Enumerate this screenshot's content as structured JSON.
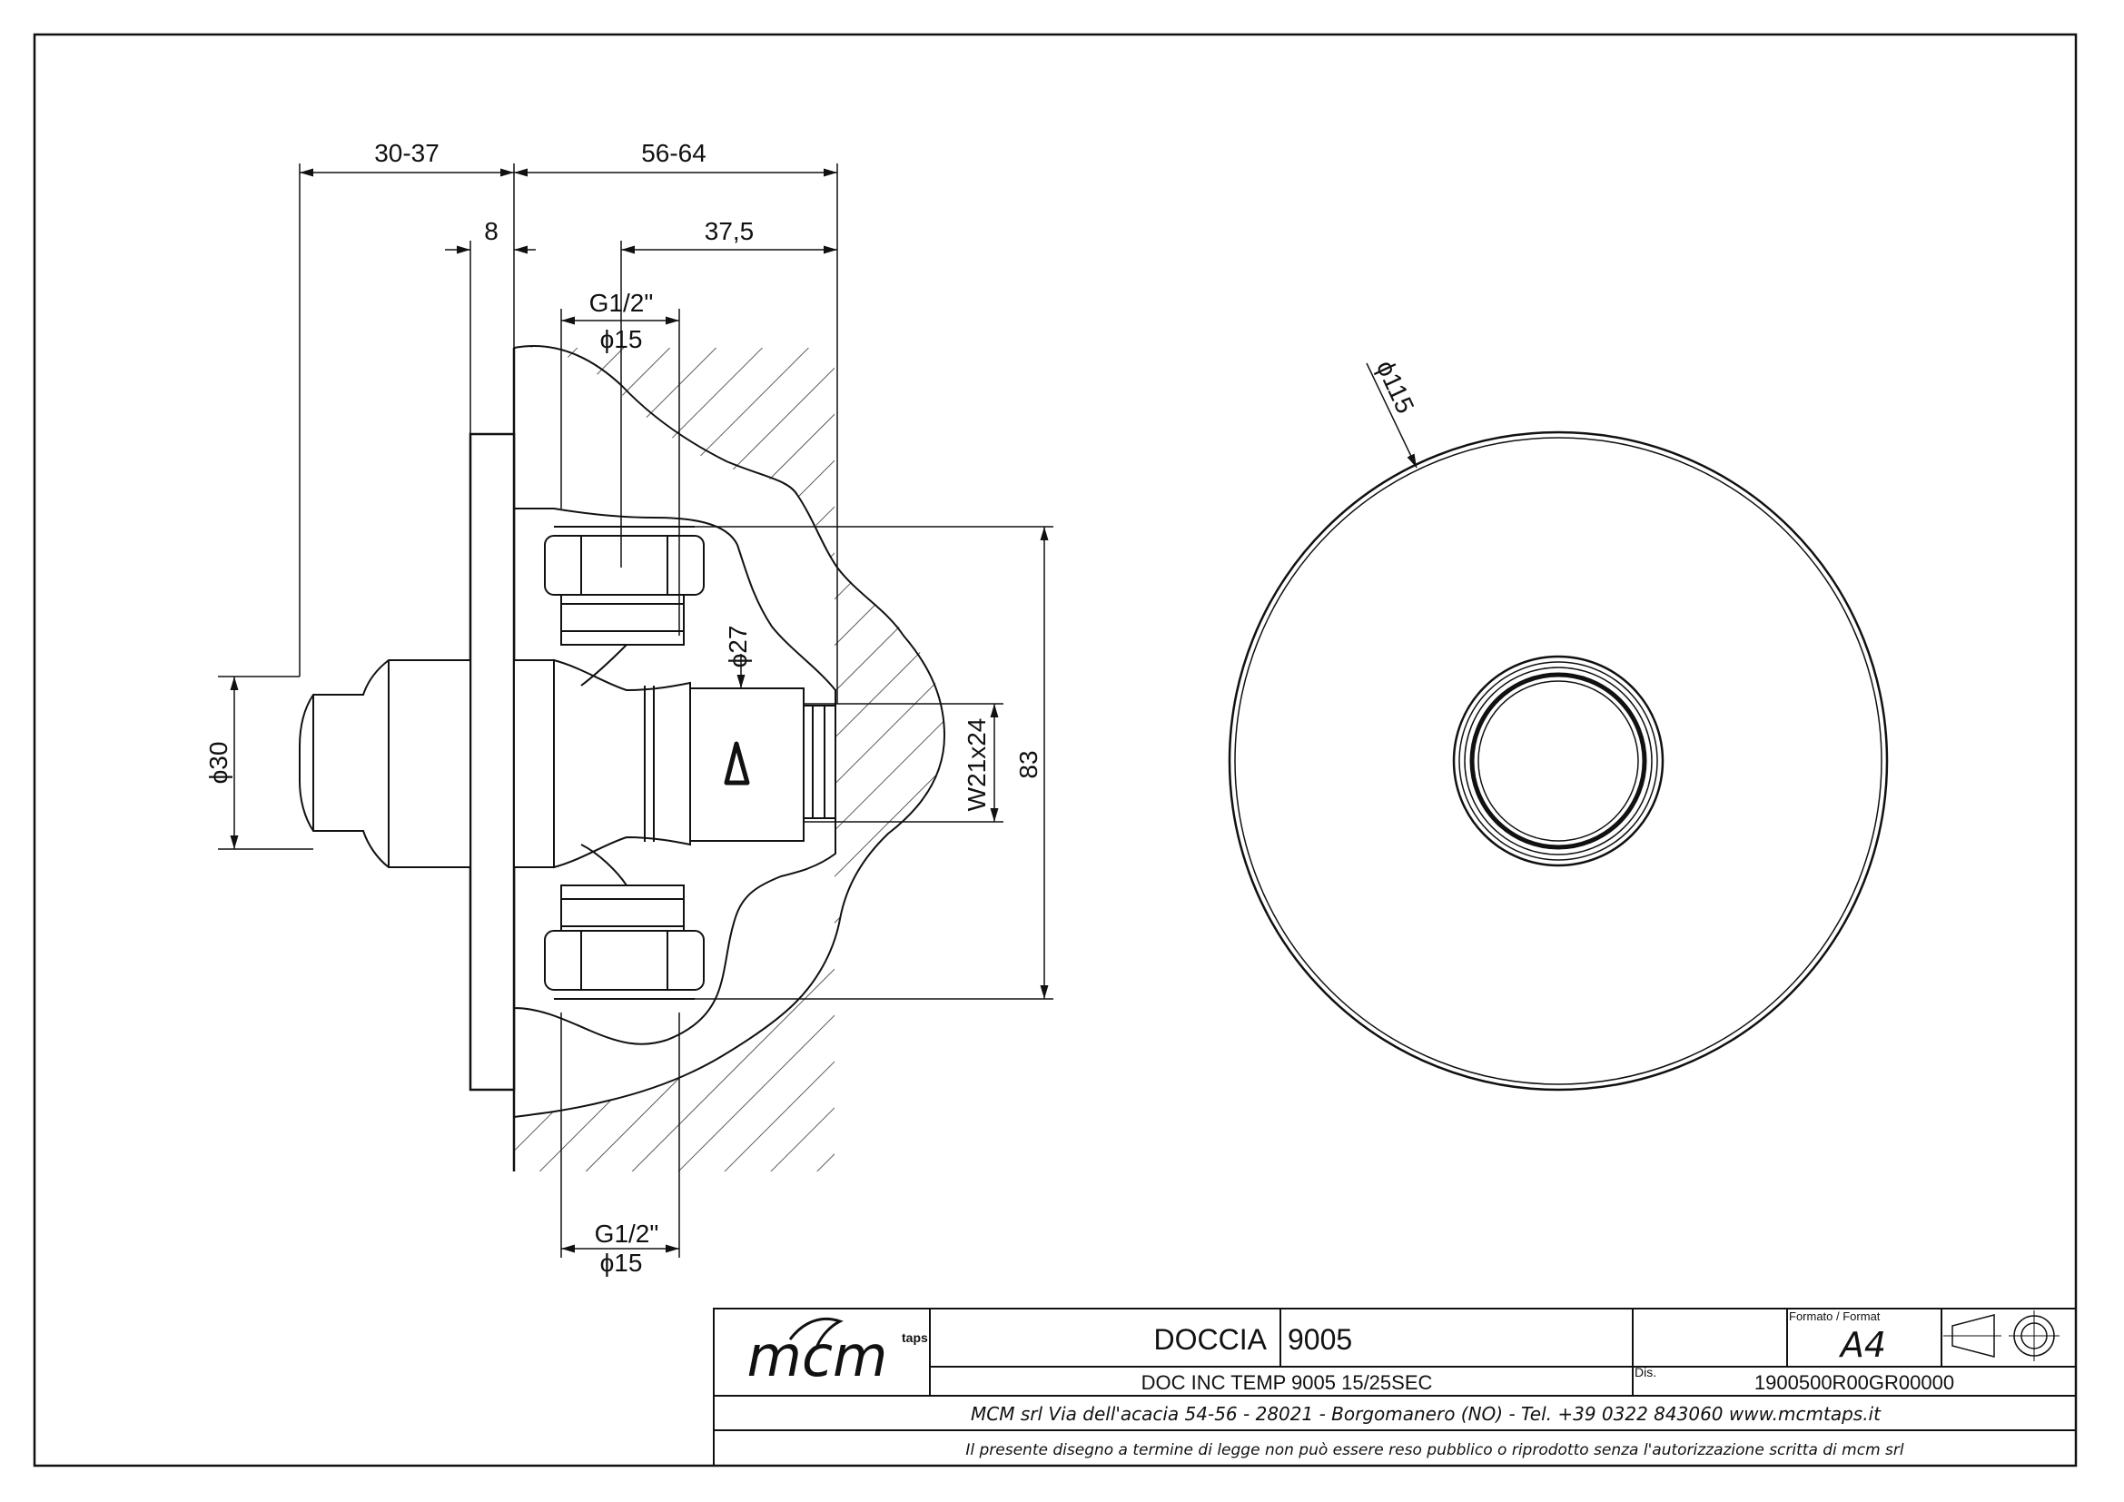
{
  "dimensions": {
    "front_width": "30-37",
    "body_width": "56-64",
    "plate_thickness": "8",
    "outlet_offset": "37,5",
    "thread_top": "G1/2\"",
    "diam_top": "ϕ15",
    "thread_bottom": "G1/2\"",
    "diam_bottom": "ϕ15",
    "diam_button": "ϕ30",
    "diam_spindle": "ϕ27",
    "outlet_thread": "W21x24",
    "inlet_spacing": "83",
    "plate_diameter": "ϕ115"
  },
  "title_block": {
    "logo_text": "mcm",
    "logo_sub": "taps",
    "product": "DOCCIA",
    "code": "9005",
    "format_label": "Formato / Format",
    "format_value": "A4",
    "description": "DOC INC TEMP 9005 15/25SEC",
    "dis_label": "Dis.",
    "drawing_number": "1900500R00GR00000",
    "company_line": "MCM srl Via dell'acacia 54-56 - 28021 - Borgomanero (NO) - Tel. +39 0322 843060 www.mcmtaps.it",
    "legal_notice": "Il presente disegno a termine di legge non può essere reso pubblico o riprodotto senza l'autorizzazione scritta di mcm srl"
  }
}
